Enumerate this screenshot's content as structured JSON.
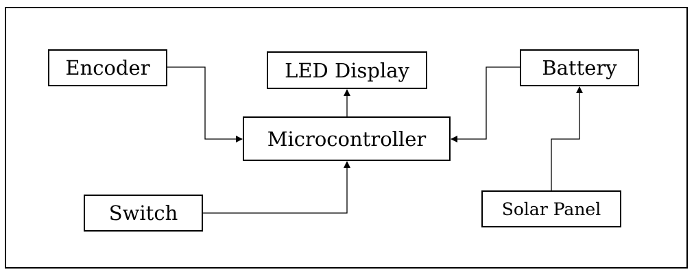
{
  "blocks": {
    "encoder": "Encoder",
    "led_display": "LED Display",
    "battery": "Battery",
    "microcontroller": "Microcontroller",
    "switch": "Switch",
    "solar_panel": "Solar Panel"
  },
  "connections": [
    {
      "from": "encoder",
      "to": "microcontroller"
    },
    {
      "from": "microcontroller",
      "to": "led_display"
    },
    {
      "from": "battery",
      "to": "microcontroller"
    },
    {
      "from": "switch",
      "to": "microcontroller"
    },
    {
      "from": "solar_panel",
      "to": "battery"
    }
  ],
  "colors": {
    "line": "#000000",
    "background": "#ffffff"
  }
}
